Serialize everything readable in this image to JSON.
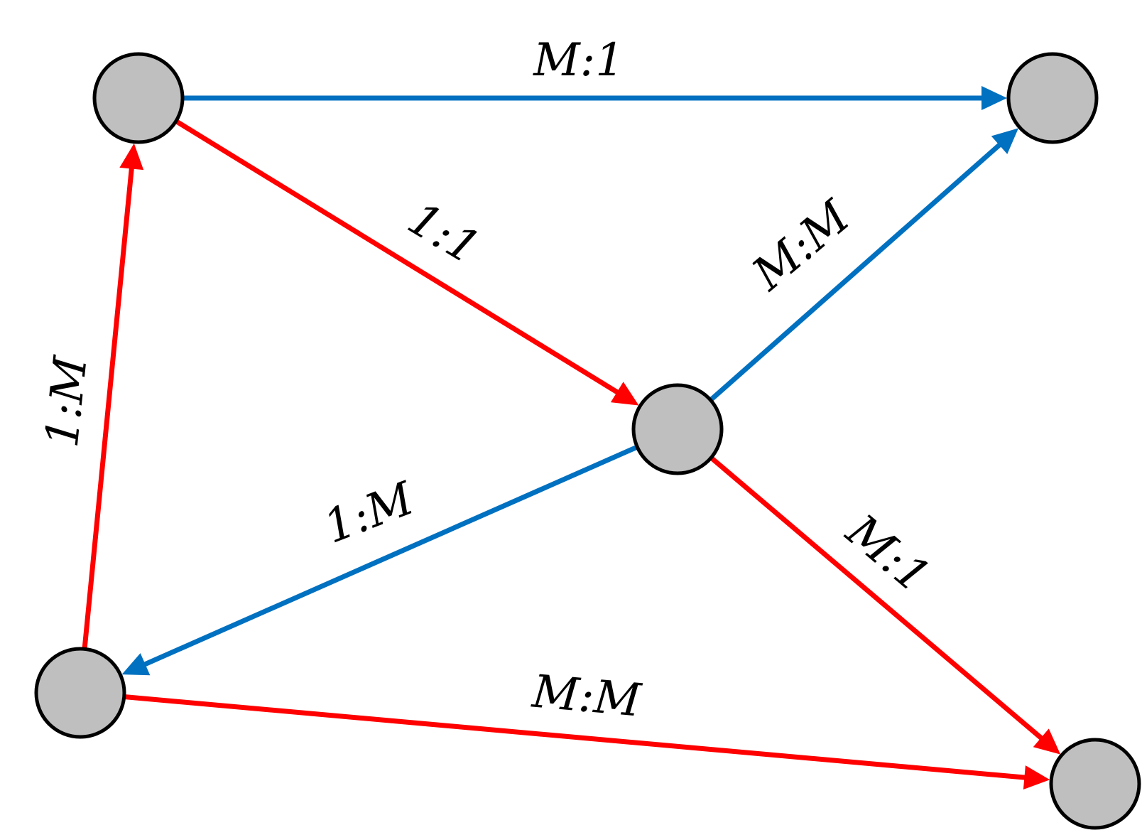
{
  "colors": {
    "red": "#ff0000",
    "blue": "#0070c0",
    "node_fill": "#bfbfbf",
    "node_stroke": "#000000"
  },
  "nodes": [
    {
      "id": "top-left"
    },
    {
      "id": "top-right"
    },
    {
      "id": "center"
    },
    {
      "id": "bottom-left"
    },
    {
      "id": "bottom-right"
    }
  ],
  "edges": [
    {
      "id": "top-left-to-top-right",
      "from": "top-left",
      "to": "top-right",
      "color": "blue",
      "label": "M:1"
    },
    {
      "id": "top-left-to-center",
      "from": "top-left",
      "to": "center",
      "color": "red",
      "label": "1:1"
    },
    {
      "id": "center-to-top-right",
      "from": "center",
      "to": "top-right",
      "color": "blue",
      "label": "M:M"
    },
    {
      "id": "bottom-left-to-top-left",
      "from": "bottom-left",
      "to": "top-left",
      "color": "red",
      "label": "1:M"
    },
    {
      "id": "center-to-bottom-left",
      "from": "center",
      "to": "bottom-left",
      "color": "blue",
      "label": "1:M"
    },
    {
      "id": "center-to-bottom-right",
      "from": "center",
      "to": "bottom-right",
      "color": "red",
      "label": "M:1"
    },
    {
      "id": "bottom-left-to-bottom-right",
      "from": "bottom-left",
      "to": "bottom-right",
      "color": "red",
      "label": "M:M"
    }
  ]
}
